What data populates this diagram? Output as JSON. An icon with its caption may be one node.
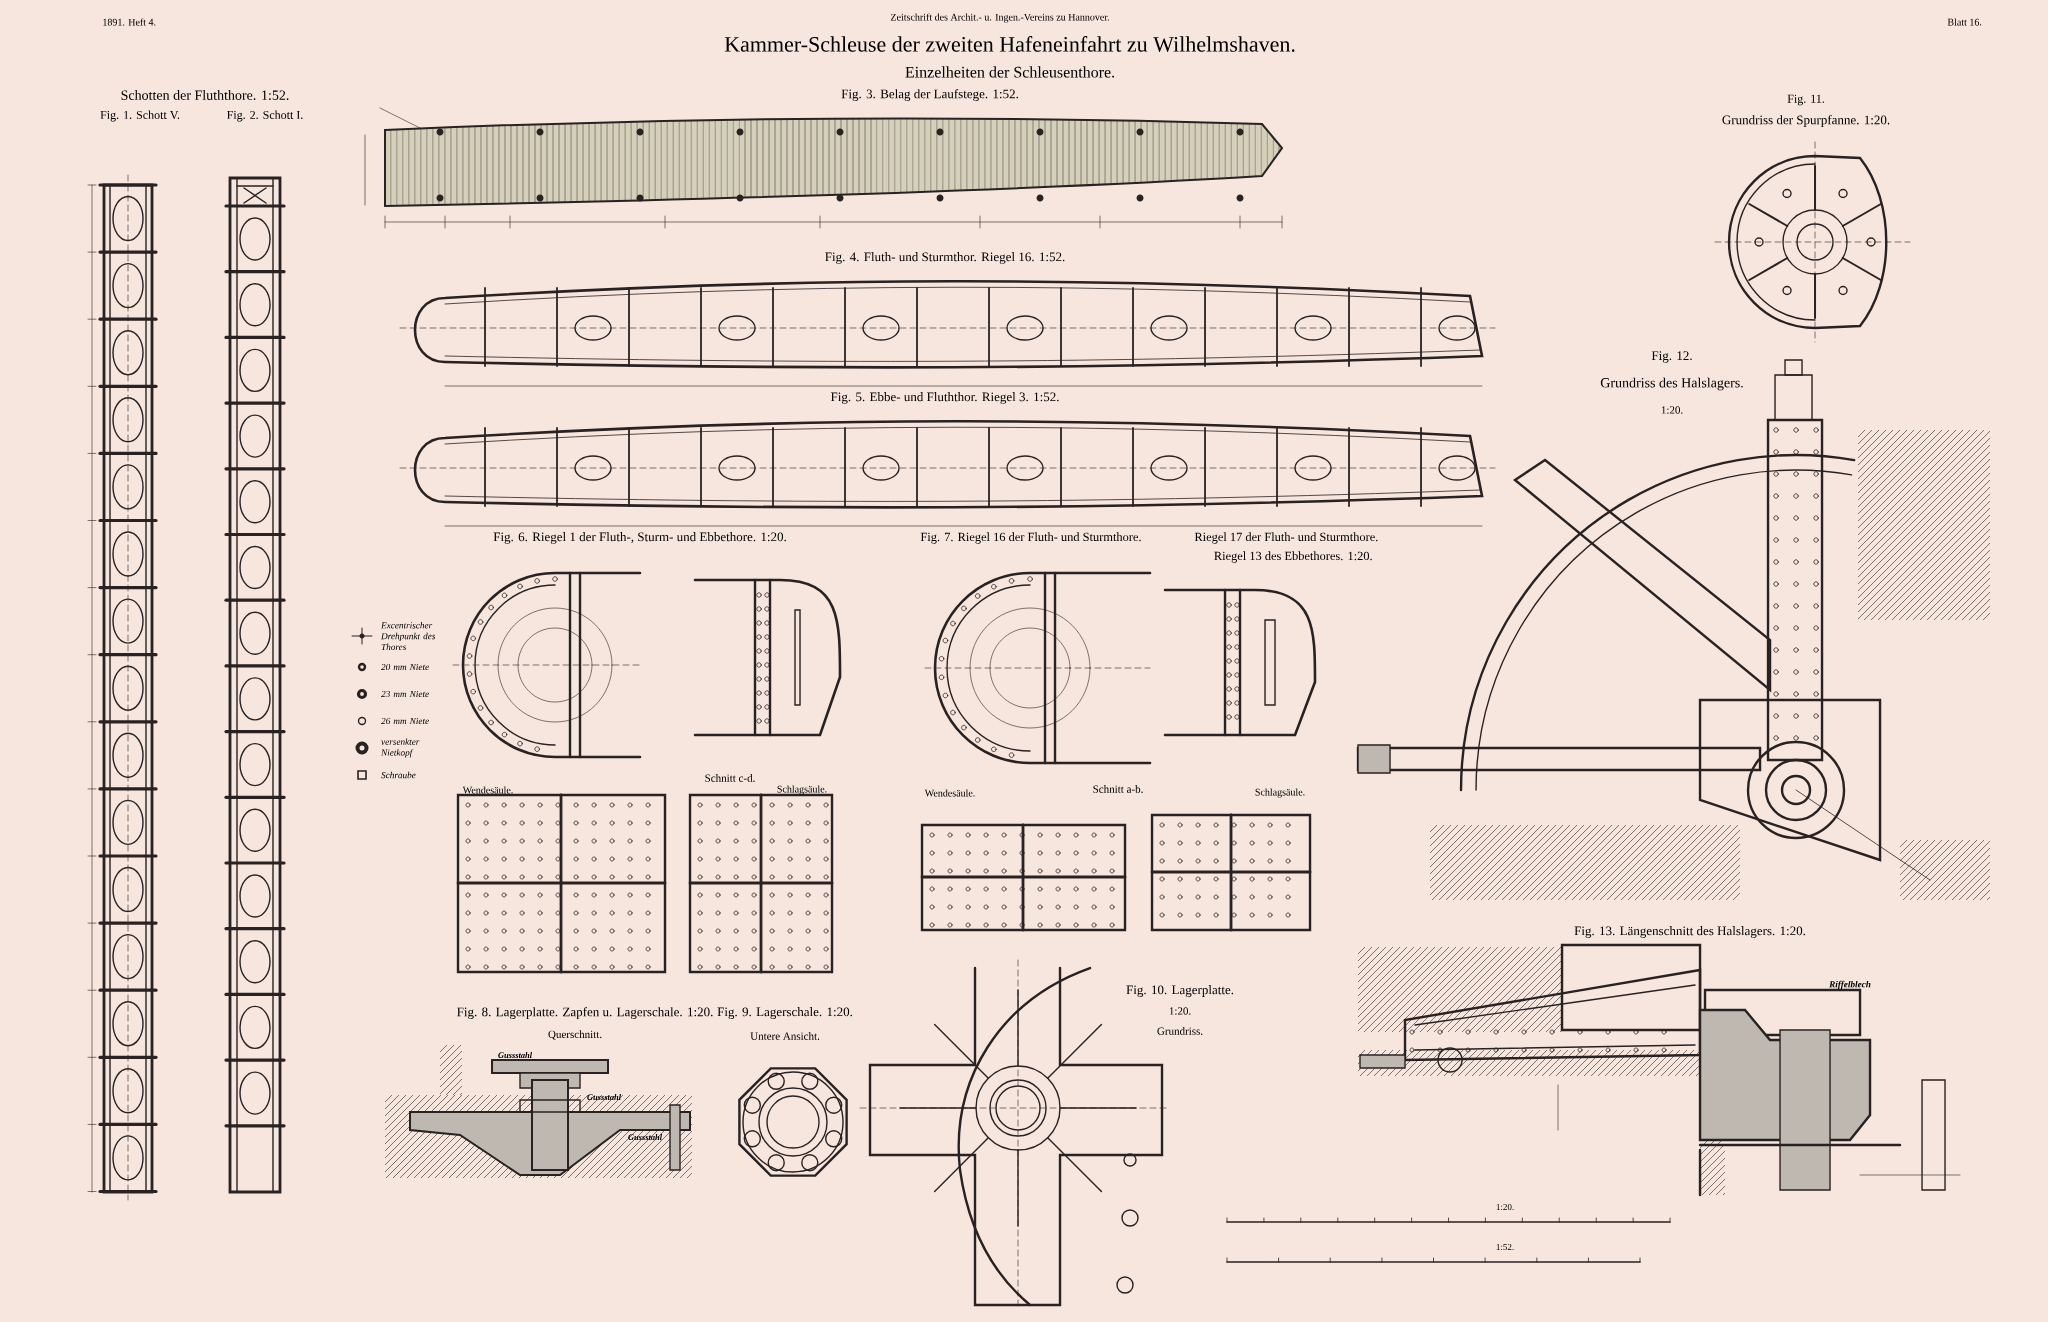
{
  "diagram": {
    "title": "Kammer-Schleuse der zweiten Hafeneinfahrt zu Wilhelmshaven.",
    "labels": [
      "1891. Heft 4.",
      "Zeitschrift des Archit.- u. Ingen.-Vereins zu Hannover.",
      "Blatt 16.",
      "Einzelheiten der Schleusenthore.",
      "Schotten der Fluththore. 1:52.",
      "Fig. 1. Schott V.",
      "Fig. 2. Schott I.",
      "Fig. 3. Belag der Laufstege. 1:52.",
      "Fig. 11.",
      "Grundriss der Spurpfanne. 1:20.",
      "Fig. 4. Fluth- und Sturmthor. Riegel 16. 1:52.",
      "Fig. 12.",
      "Grundriss des Halslagers.",
      "1:20.",
      "Fig. 5. Ebbe- und Fluththor. Riegel 3. 1:52.",
      "Fig. 6. Riegel 1 der Fluth-, Sturm- und Ebbethore. 1:20.",
      "Fig. 7. Riegel 16 der Fluth- und Sturmthore.",
      "Riegel 17 der Fluth- und Sturmthore.",
      "Riegel 13 des Ebbethores. 1:20.",
      "Wendesäule.",
      "Schnitt c-d.",
      "Schlagsäule.",
      "Wendesäule.",
      "Schnitt a-b.",
      "Schlagsäule.",
      "Fig. 13. Längenschnitt des Halslagers. 1:20.",
      "Riffelblech",
      "Fig. 8. Lagerplatte. Zapfen u. Lagerschale. 1:20.",
      "Querschnitt.",
      "Gussstahl",
      "Gussstahl",
      "Gussstahl",
      "Fig. 9. Lagerschale. 1:20.",
      "Untere Ansicht.",
      "Fig. 10. Lagerplatte.",
      "1:20.",
      "Grundriss.",
      "1:20.",
      "1:52."
    ],
    "legend": [
      {
        "text": "Excentrischer Drehpunkt des Thores"
      },
      {
        "text": "20 mm Niete"
      },
      {
        "text": "23 mm Niete"
      },
      {
        "text": "26 mm Niete"
      },
      {
        "text": "versenkter Nietkopf"
      },
      {
        "text": "Schraube"
      }
    ]
  }
}
